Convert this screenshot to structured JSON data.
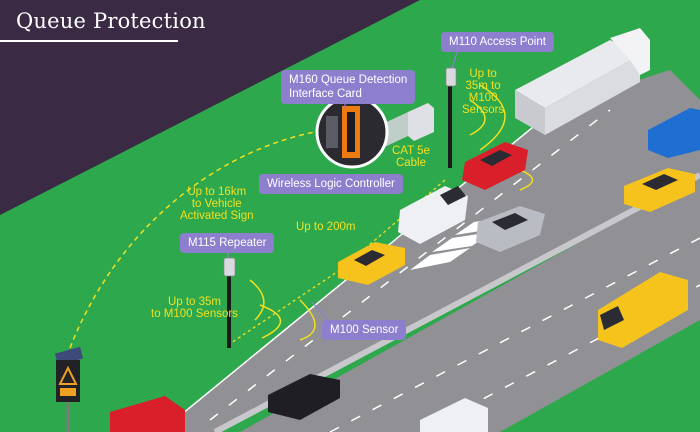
{
  "title": "Queue Protection",
  "labels": {
    "m110_access_point": "M110 Access Point",
    "m160_card": "M160 Queue Detection\nInterface Card",
    "wireless_logic_controller": "Wireless Logic Controller",
    "m115_repeater": "M115 Repeater",
    "m100_sensor": "M100 Sensor"
  },
  "ranges": {
    "ap_to_sensors": "Up to\n35m to\nM100\nSensors",
    "cat5e": "CAT 5e\nCable",
    "to_vas": "Up to 16km\nto Vehicle\nActivated Sign",
    "to_200m": "Up to 200m",
    "repeater_to_sensors": "Up to 35m\nto M100 Sensors"
  },
  "colors": {
    "background": "#3a2a44",
    "grass": "#2ea84c",
    "road": "#8f8f93",
    "tag": "#8d7fce",
    "range_text": "#f0e020"
  }
}
